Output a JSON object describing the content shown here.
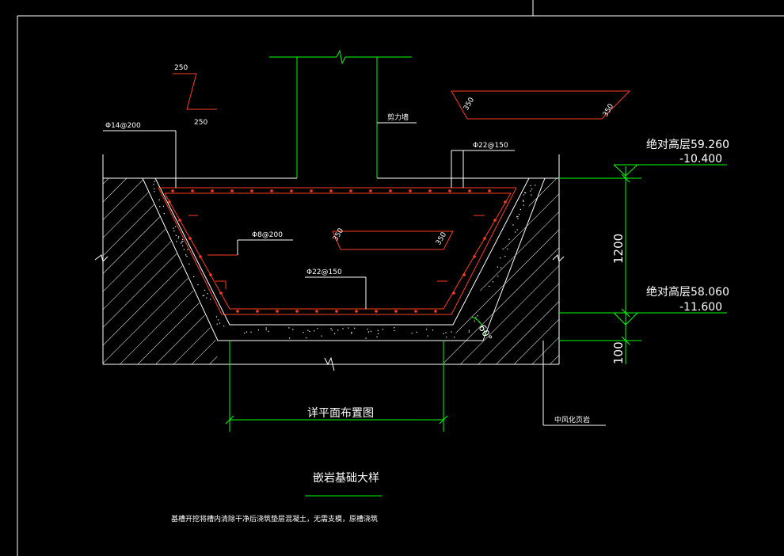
{
  "drawing": {
    "title": "嵌岩基础大样",
    "note": "基槽开挖将槽内清除干净后浇筑垫层混凝土，无需支模，原槽浇筑",
    "plan_reference": "详平面布置图",
    "wall_label": "剪力墙",
    "rock_label": "中风化页岩"
  },
  "dimensions": {
    "chamfer_top": "250",
    "chamfer_bottom": "250",
    "haunch_left": "350",
    "haunch_right": "350",
    "inner_haunch_left": "350",
    "inner_haunch_right": "350",
    "depth": "1200",
    "cushion": "100",
    "angle": "60°"
  },
  "rebar": {
    "top_left": "Φ14@200",
    "top_right": "Φ22@150",
    "middle_left": "Φ8@200",
    "bottom": "Φ22@150"
  },
  "elevations": {
    "top_abs": "绝对高层59.260",
    "top_rel": "-10.400",
    "bottom_abs": "绝对高层58.060",
    "bottom_rel": "-11.600"
  },
  "colors": {
    "background": "#000000",
    "line_white": "#ffffff",
    "line_green": "#00ff00",
    "rebar_red": "#ff3b1f",
    "text": "#ffffff"
  }
}
